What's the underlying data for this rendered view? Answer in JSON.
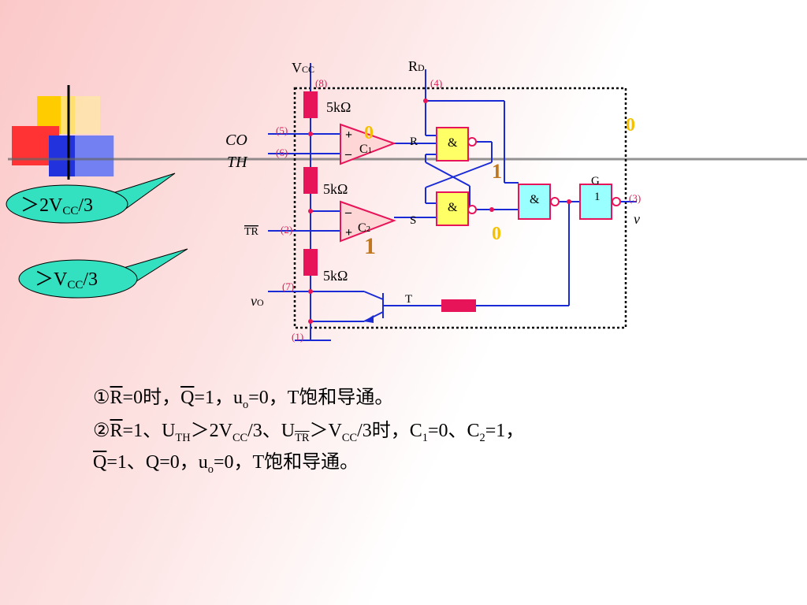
{
  "circuit": {
    "vcc": "V",
    "vcc_sub": "CC",
    "rd": "R",
    "rd_sub": "D",
    "pin8": "(8)",
    "pin4": "(4)",
    "pin5": "(5)",
    "pin6": "(6)",
    "pin2": "(2)",
    "pin7": "(7)",
    "pin1": "(1)",
    "pin3": "(3)",
    "r_label": "5kΩ",
    "co": "CO",
    "th": "TH",
    "tr": "TR",
    "c1": "C",
    "c1_sub": "1",
    "c2": "C",
    "c2_sub": "2",
    "plus": "+",
    "minus": "–",
    "r_in": "R",
    "s_in": "S",
    "and": "&",
    "g_label": "G",
    "buf": "1",
    "vo_out": "v",
    "vo_in": "v",
    "vo_in_sub": "O",
    "t_label": "T",
    "state_top": "0",
    "state_right": "0",
    "state_mid": "1",
    "state_low": "0",
    "state_c2": "1"
  },
  "callouts": {
    "c1": "＞2V",
    "c1_sub": "CC",
    "c1_tail": "/3",
    "c2": "＞V",
    "c2_sub": "CC",
    "c2_tail": "/3"
  },
  "text": {
    "l1a": "①",
    "l1b": "R",
    "l1c": "=0时，",
    "l1d": "Q",
    "l1e": "=1，u",
    "l1f": "o",
    "l1g": "=0，T饱和导通。",
    "l2a": "②",
    "l2b": "R",
    "l2c": "=1、U",
    "l2d": "TH",
    "l2e": "＞2V",
    "l2f": "CC",
    "l2g": "/3、U",
    "l2h": "TR",
    "l2i": "＞V",
    "l2j": "CC",
    "l2k": "/3时，C",
    "l2l": "1",
    "l2m": "=0、C",
    "l2n": "2",
    "l2o": "=1，",
    "l3a": "Q",
    "l3b": "=1、Q=0，u",
    "l3c": "o",
    "l3d": "=0，T饱和导通。"
  }
}
